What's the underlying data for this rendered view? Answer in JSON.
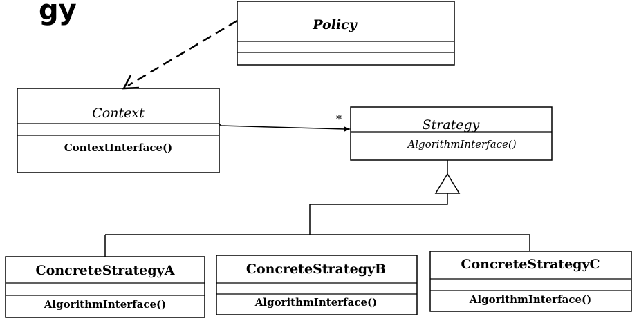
{
  "title_fragment": "gy",
  "classes": {
    "policy": {
      "name": "Policy"
    },
    "context": {
      "name": "Context",
      "operation": "ContextInterface()"
    },
    "strategy": {
      "name": "Strategy",
      "operation": "AlgorithmInterface()"
    },
    "concrete_a": {
      "name": "ConcreteStrategyA",
      "operation": "AlgorithmInterface()"
    },
    "concrete_b": {
      "name": "ConcreteStrategyB",
      "operation": "AlgorithmInterface()"
    },
    "concrete_c": {
      "name": "ConcreteStrategyC",
      "operation": "AlgorithmInterface()"
    }
  },
  "relations": {
    "context_strategy_multiplicity": "*"
  },
  "colors": {
    "line": "#000000",
    "background": "#ffffff"
  }
}
